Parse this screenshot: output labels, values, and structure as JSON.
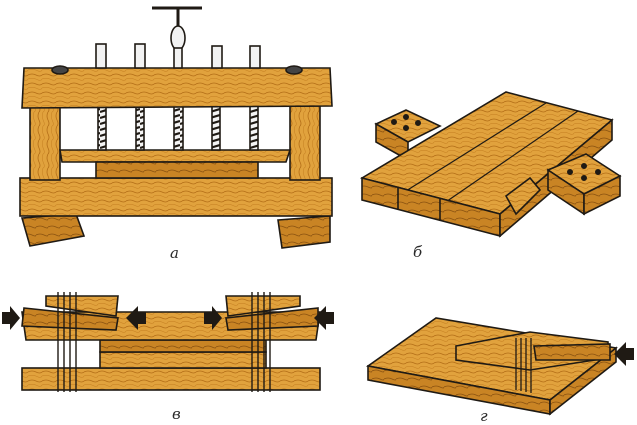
{
  "captions": {
    "a": "а",
    "b": "б",
    "v": "в",
    "g": "г"
  },
  "colors": {
    "wood": "#e1a23d",
    "wood_dark": "#b36d16",
    "wood_light": "#efbf63",
    "outline": "#1f1a14",
    "metal": "#e8e8e8"
  }
}
